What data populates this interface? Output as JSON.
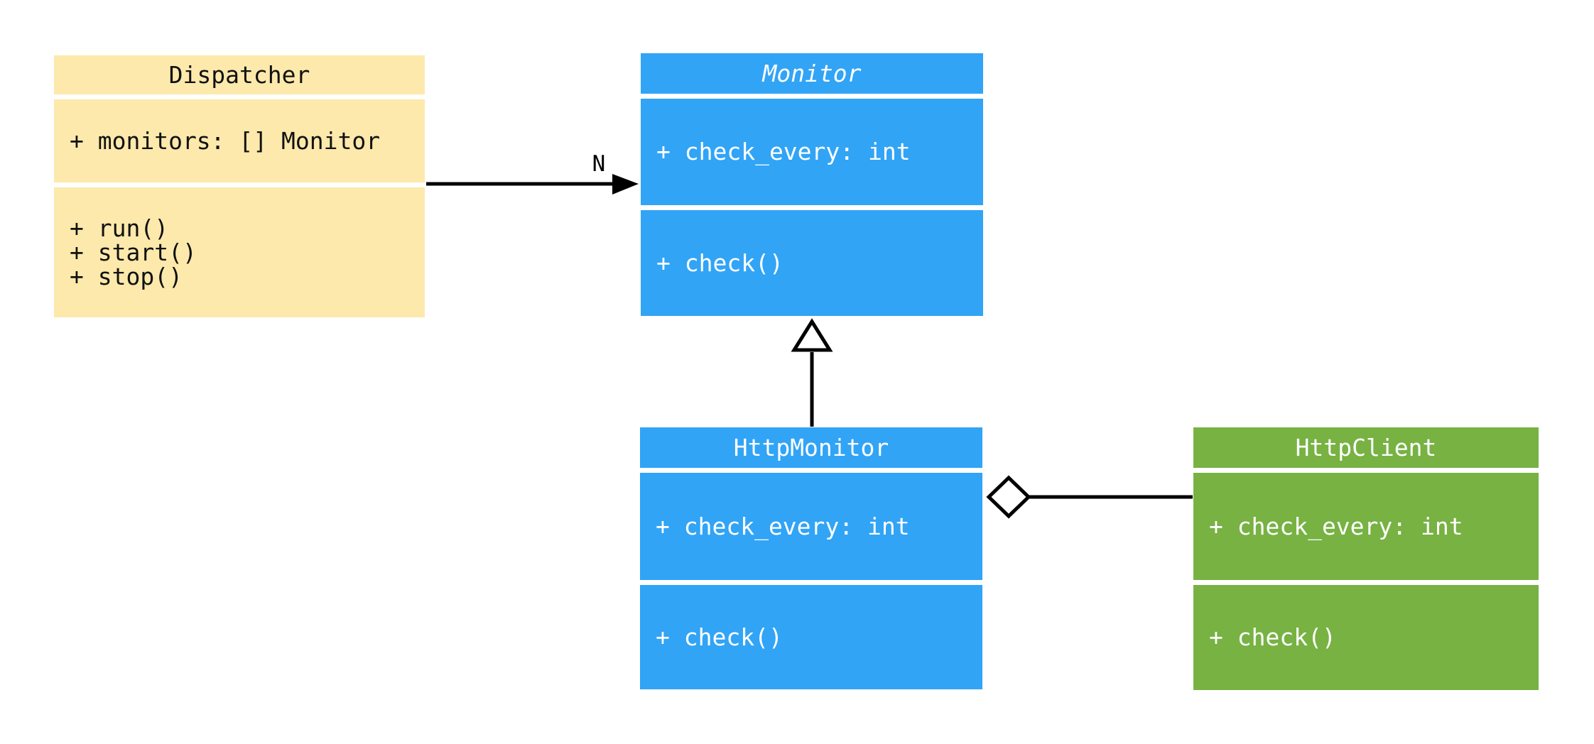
{
  "diagram": {
    "type": "uml-class-diagram",
    "background": "#FFFFFF",
    "colors": {
      "class_yellow": "#FCE9AB",
      "class_blue": "#31A4F6",
      "class_green": "#77B243",
      "line": "#000000",
      "text_on_color": "#FFFFFF",
      "text_on_yellow": "#111111"
    },
    "classes": [
      {
        "id": "dispatcher",
        "title": "Dispatcher",
        "abstract": false,
        "fill": "#FCE9AB",
        "attributes": [
          "+ monitors: [] Monitor"
        ],
        "methods": [
          "+ run()",
          "+ start()",
          "+ stop()"
        ]
      },
      {
        "id": "monitor",
        "title": "Monitor",
        "abstract": true,
        "fill": "#31A4F6",
        "attributes": [
          "+ check_every: int"
        ],
        "methods": [
          "+ check()"
        ]
      },
      {
        "id": "http-monitor",
        "title": "HttpMonitor",
        "abstract": false,
        "fill": "#31A4F6",
        "attributes": [
          "+ check_every: int"
        ],
        "methods": [
          "+ check()"
        ]
      },
      {
        "id": "http-client",
        "title": "HttpClient",
        "abstract": false,
        "fill": "#77B243",
        "attributes": [
          "+ check_every: int"
        ],
        "methods": [
          "+ check()"
        ]
      }
    ],
    "relationships": [
      {
        "type": "association",
        "from": "Dispatcher",
        "to": "Monitor",
        "label": "N",
        "arrowhead": "filled-arrow"
      },
      {
        "type": "generalization",
        "from": "HttpMonitor",
        "to": "Monitor",
        "label": "",
        "arrowhead": "hollow-triangle"
      },
      {
        "type": "aggregation",
        "from": "HttpMonitor",
        "to": "HttpClient",
        "label": "",
        "arrowhead": "hollow-diamond"
      }
    ]
  }
}
